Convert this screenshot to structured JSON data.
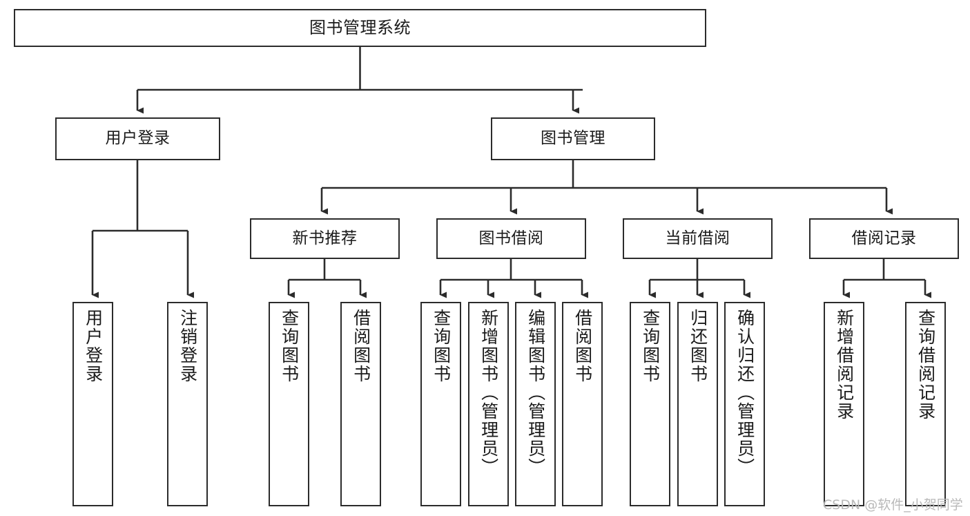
{
  "diagram": {
    "title": "图书管理系统",
    "type": "tree-hierarchy-chart",
    "watermark": "CSDN @软件_小贺同学",
    "colors": {
      "node_border": "#2b2b2b",
      "node_fill": "#ffffff",
      "edge": "#2b2b2b",
      "text": "#1a1a1a",
      "background": "#ffffff",
      "watermark": "#b9b9b9"
    },
    "levels": {
      "root": {
        "label": "图书管理系统"
      },
      "level2": [
        {
          "label": "用户登录"
        },
        {
          "label": "图书管理"
        }
      ],
      "level3": [
        {
          "label": "新书推荐"
        },
        {
          "label": "图书借阅"
        },
        {
          "label": "当前借阅"
        },
        {
          "label": "借阅记录"
        }
      ],
      "leaves": [
        {
          "label": "用户登录"
        },
        {
          "label": "注销登录"
        },
        {
          "label": "查询图书"
        },
        {
          "label": "借阅图书"
        },
        {
          "label": "查询图书"
        },
        {
          "label": "新增图书（管理员）"
        },
        {
          "label": "编辑图书（管理员）"
        },
        {
          "label": "借阅图书"
        },
        {
          "label": "查询图书"
        },
        {
          "label": "归还图书"
        },
        {
          "label": "确认归还（管理员）"
        },
        {
          "label": "新增借阅记录"
        },
        {
          "label": "查询借阅记录"
        }
      ]
    },
    "tree": {
      "name": "图书管理系统",
      "children": [
        {
          "name": "用户登录",
          "children": [
            {
              "name": "用户登录"
            },
            {
              "name": "注销登录"
            }
          ]
        },
        {
          "name": "图书管理",
          "children": [
            {
              "name": "新书推荐",
              "children": [
                {
                  "name": "查询图书"
                },
                {
                  "name": "借阅图书"
                }
              ]
            },
            {
              "name": "图书借阅",
              "children": [
                {
                  "name": "查询图书"
                },
                {
                  "name": "新增图书（管理员）"
                },
                {
                  "name": "编辑图书（管理员）"
                },
                {
                  "name": "借阅图书"
                }
              ]
            },
            {
              "name": "当前借阅",
              "children": [
                {
                  "name": "查询图书"
                },
                {
                  "name": "归还图书"
                },
                {
                  "name": "确认归还（管理员）"
                }
              ]
            },
            {
              "name": "借阅记录",
              "children": [
                {
                  "name": "新增借阅记录"
                },
                {
                  "name": "查询借阅记录"
                }
              ]
            }
          ]
        }
      ]
    }
  }
}
